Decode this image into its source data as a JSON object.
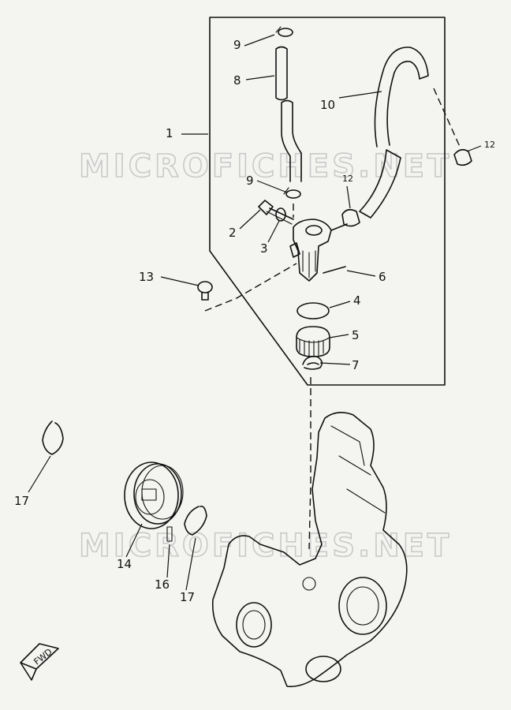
{
  "watermark": "MICROFICHES.NET",
  "fwd_label": "FWD",
  "callouts": {
    "c1": "1",
    "c2": "2",
    "c3": "3",
    "c4": "4",
    "c5": "5",
    "c6": "6",
    "c7": "7",
    "c8": "8",
    "c9a": "9",
    "c9b": "9",
    "c10": "10",
    "c12a": "12",
    "c12b": "12",
    "c13": "13",
    "c14": "14",
    "c16": "16",
    "c17a": "17",
    "c17b": "17"
  }
}
